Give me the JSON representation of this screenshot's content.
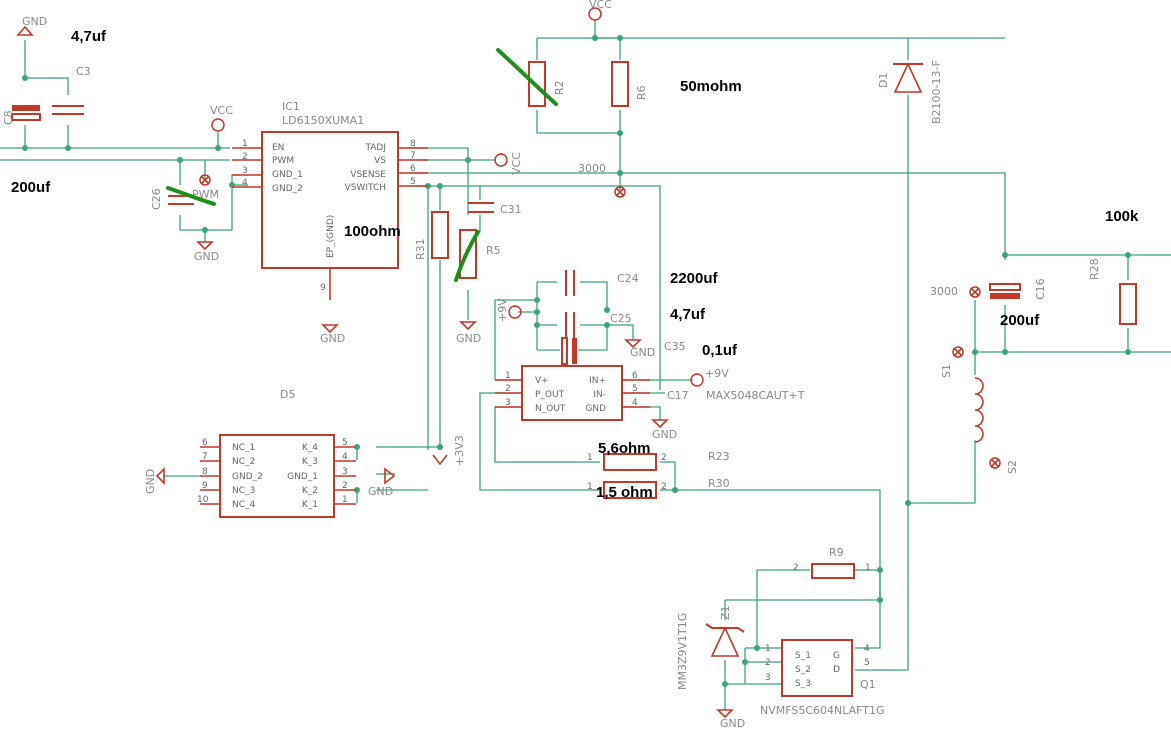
{
  "annotations": {
    "c8_value": "4,7uf",
    "c26_value": "200uf",
    "r6_value": "50mohm",
    "r5_value": "100ohm",
    "c24_value": "2200uf",
    "c25_value": "4,7uf",
    "c35_value": "0,1uf",
    "r28_value": "100k",
    "c16_value": "200uf",
    "r23_value": "5,6ohm",
    "r30_value": "1,5 ohm"
  },
  "parts": {
    "u1_name": "IC1",
    "u1_part": "LD6150XUMA1",
    "u1_pins_left": [
      "EN",
      "PWM",
      "GND_1",
      "GND_2"
    ],
    "u1_pin_nums_left": [
      "1",
      "2",
      "3",
      "4"
    ],
    "u1_pins_right": [
      "TADJ",
      "VS",
      "VSENSE",
      "VSWITCH"
    ],
    "u1_pin_nums_right": [
      "8",
      "7",
      "6",
      "5"
    ],
    "u1_ep": "EP_(GND)",
    "u1_ep_num": "9",
    "u2_part": "MAX5048CAUT+T",
    "u2_pins_left": [
      "V+",
      "P_OUT",
      "N_OUT"
    ],
    "u2_pin_nums_left": [
      "1",
      "2",
      "3"
    ],
    "u2_pins_right": [
      "IN+",
      "IN-",
      "GND"
    ],
    "u2_pin_nums_right": [
      "6",
      "5",
      "4"
    ],
    "d5_name": "D5",
    "d5_pins_left": [
      "NC_1",
      "NC_2",
      "GND_2",
      "NC_3",
      "NC_4"
    ],
    "d5_pin_nums_left": [
      "6",
      "7",
      "8",
      "9",
      "10"
    ],
    "d5_pins_right": [
      "K_4",
      "K_3",
      "GND_1",
      "K_2",
      "K_1"
    ],
    "d5_pin_nums_right": [
      "5",
      "4",
      "3",
      "2",
      "1"
    ],
    "q1_name": "Q1",
    "q1_part": "NVMFS5C604NLAFT1G",
    "q1_pins_left": [
      "S_1",
      "S_2",
      "S_3"
    ],
    "q1_pin_nums_left": [
      "1",
      "2",
      "3"
    ],
    "q1_pins_right": [
      "G",
      "D"
    ],
    "q1_pin_nums_right": [
      "4",
      "5"
    ],
    "d1_name": "D1",
    "d1_part": "B2100-13-F",
    "z1_name": "Z1",
    "z1_part": "MM3Z9V1T1G",
    "c3": "C3",
    "c8": "C8",
    "c26": "C26",
    "c31": "C31",
    "c24": "C24",
    "c25": "C25",
    "c35": "C35",
    "c17": "C17",
    "c16": "C16",
    "r2": "R2",
    "r6": "R6",
    "r31": "R31",
    "r5": "R5",
    "r28": "R28",
    "r23": "R23",
    "r30": "R30",
    "r9": "R9",
    "s1": "S1",
    "s2": "S2"
  },
  "nets": {
    "gnd": "GND",
    "vcc": "VCC",
    "pwm": "PWM",
    "p9v": "+9V",
    "p3v3": "+3V3",
    "n3000": "3000"
  },
  "pin_numbers": {
    "one": "1",
    "two": "2"
  }
}
